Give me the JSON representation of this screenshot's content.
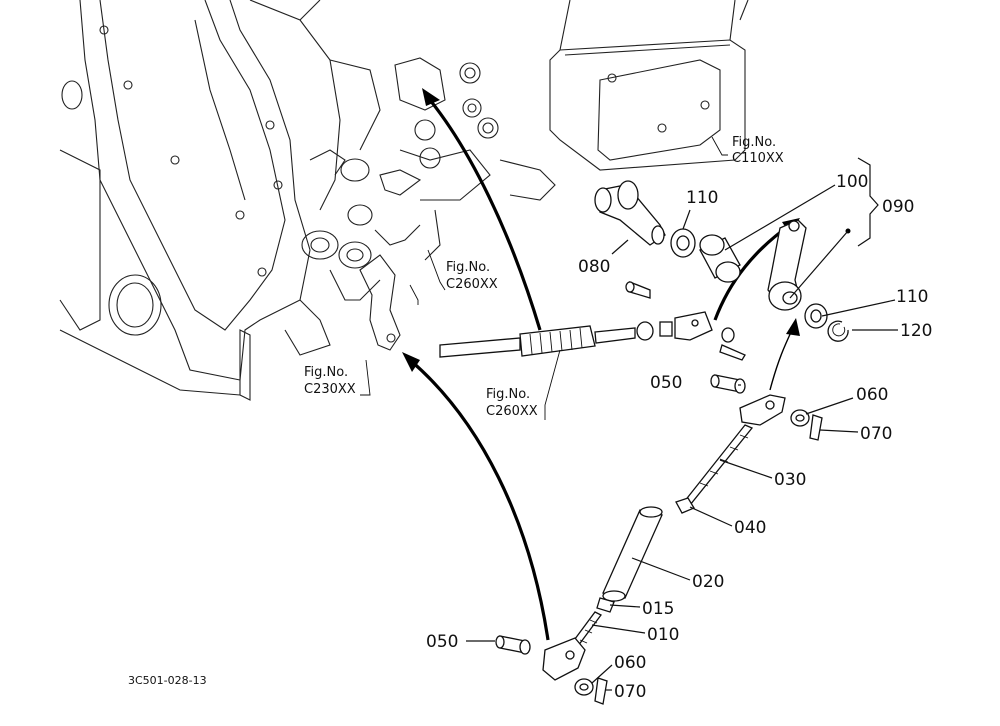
{
  "figure_code": "3C501-028-13",
  "refs": {
    "c110": [
      "Fig.No.",
      "C110XX"
    ],
    "c260_top": [
      "Fig.No.",
      "C260XX"
    ],
    "c230": [
      "Fig.No.",
      "C230XX"
    ],
    "c260_mid": [
      "Fig.No.",
      "C260XX"
    ]
  },
  "parts": {
    "p080": "080",
    "p110a": "110",
    "p100": "100",
    "p090": "090",
    "p110b": "110",
    "p120": "120",
    "p050a": "050",
    "p060a": "060",
    "p070a": "070",
    "p030": "030",
    "p040": "040",
    "p020": "020",
    "p015": "015",
    "p010": "010",
    "p050b": "050",
    "p060b": "060",
    "p070b": "070"
  }
}
